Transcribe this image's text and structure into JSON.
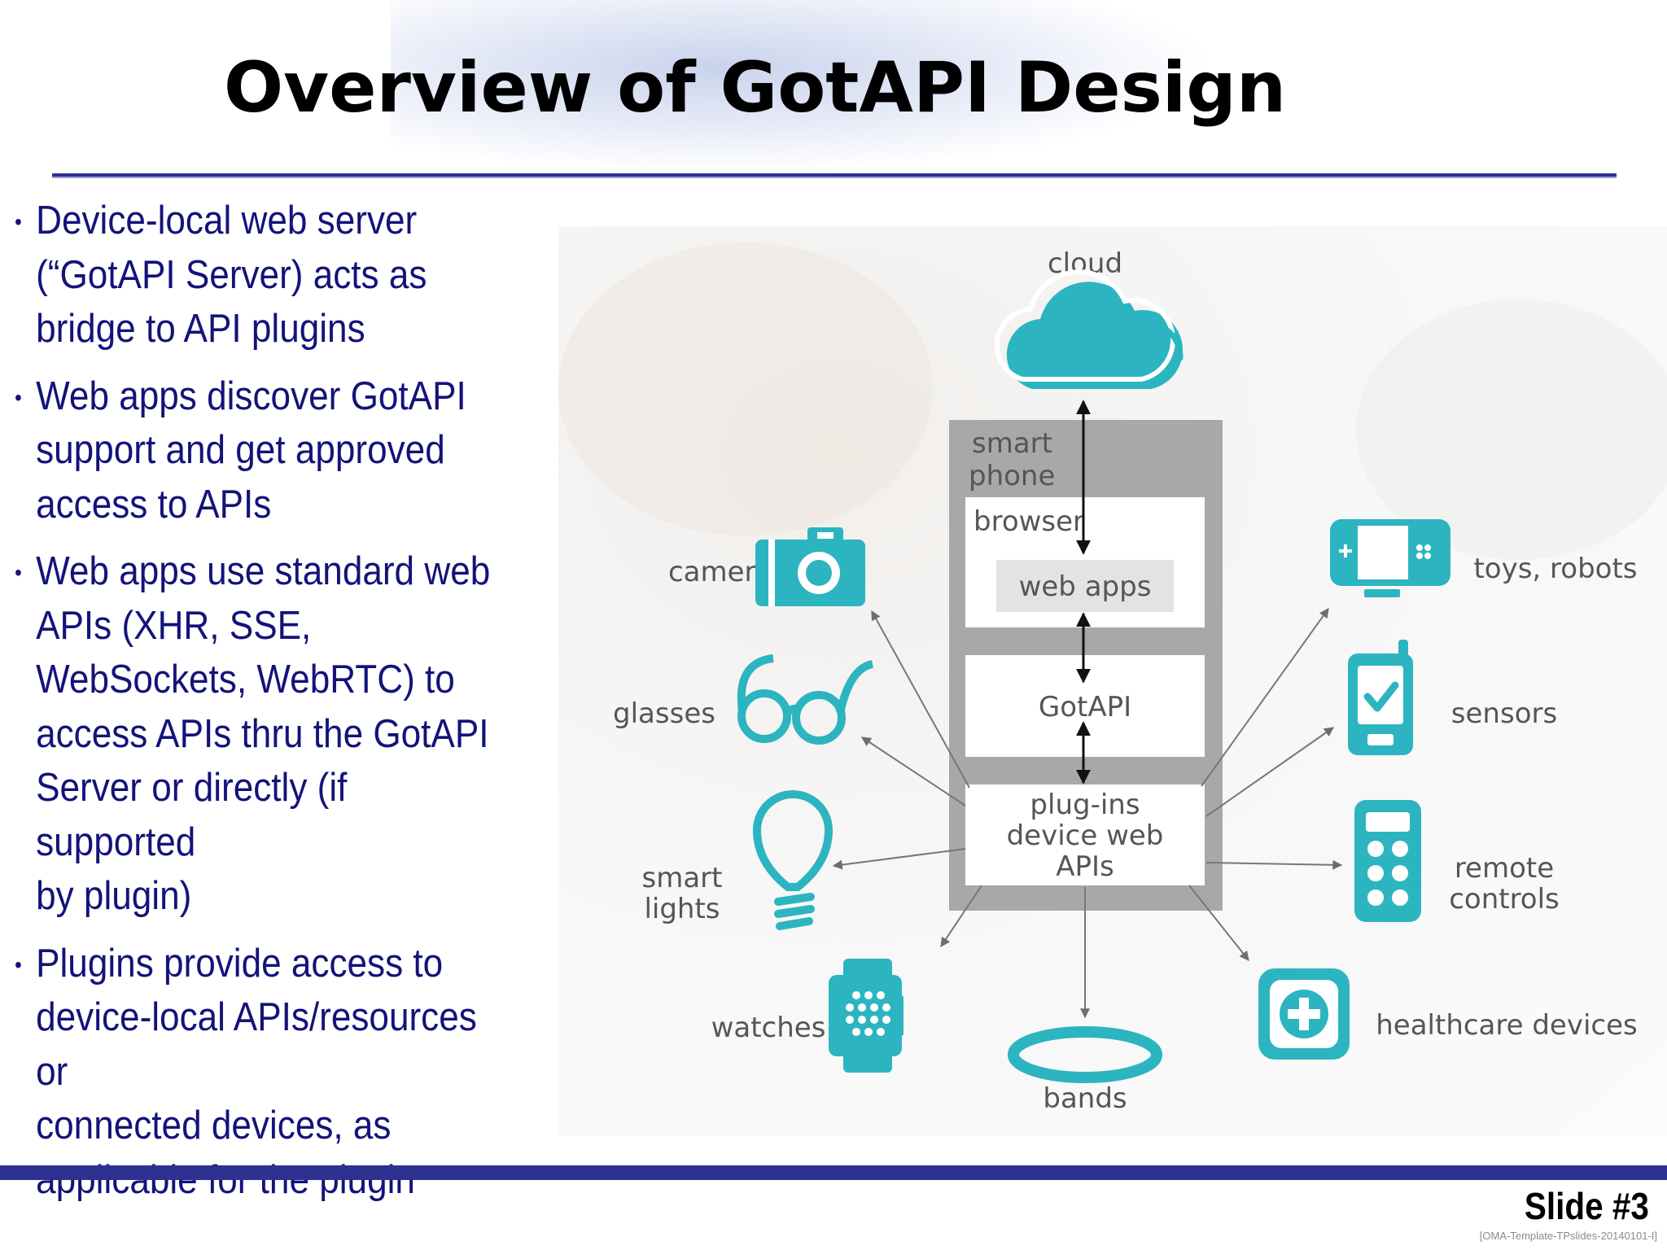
{
  "title": "Overview of GotAPI Design",
  "bullets": [
    [
      "Device-local web server",
      "(“GotAPI Server) acts as",
      "bridge to API plugins"
    ],
    [
      "Web apps discover GotAPI",
      "support and get approved",
      "access to APIs"
    ],
    [
      "Web apps use standard web",
      "APIs (XHR, SSE,",
      "WebSockets, WebRTC) to",
      "access APIs thru the GotAPI",
      "Server or directly (if supported",
      "by plugin)"
    ],
    [
      "Plugins provide access to",
      "device-local APIs/resources or",
      "connected devices, as",
      "applicable for the plugin"
    ]
  ],
  "diagram": {
    "cloud": "cloud",
    "smart_phone": [
      "smart",
      "phone"
    ],
    "browser": "browser",
    "web_apps": "web apps",
    "gotapi": "GotAPI",
    "plugins": [
      "plug-ins",
      "device web",
      "APIs"
    ],
    "cameras": "cameras",
    "glasses": "glasses",
    "smart_lights": [
      "smart",
      "lights"
    ],
    "watches": "watches",
    "bands": "bands",
    "healthcare_devices": "healthcare devices",
    "remote_controls": [
      "remote",
      "controls"
    ],
    "sensors": "sensors",
    "toys_robots": "toys, robots",
    "icon_color": "#2cb5c0"
  },
  "slide_number": "Slide #3",
  "template_id": "[OMA-Template-TPslides-20140101-I]"
}
